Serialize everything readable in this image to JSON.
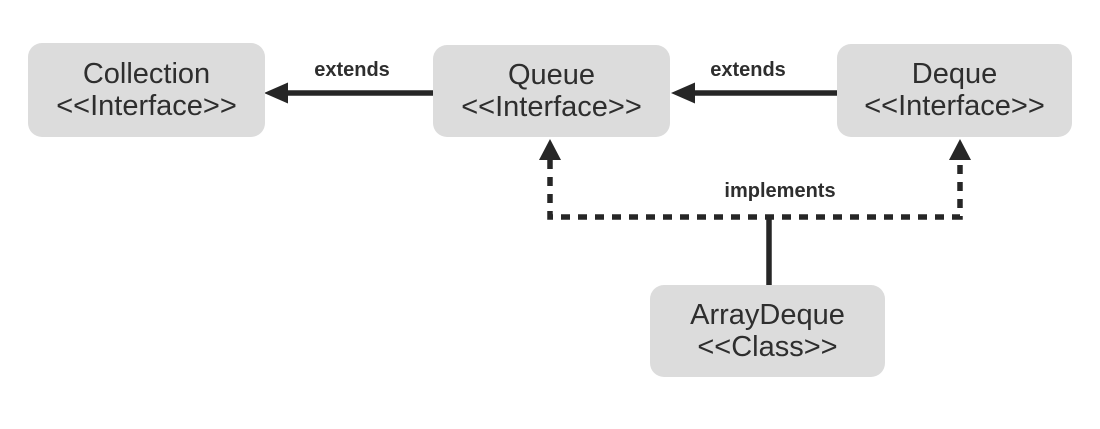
{
  "diagram": {
    "type": "uml-class-diagram",
    "nodes": [
      {
        "name": "Collection",
        "stereotype": "<<Interface>>"
      },
      {
        "name": "Queue",
        "stereotype": "<<Interface>>"
      },
      {
        "name": "Deque",
        "stereotype": "<<Interface>>"
      },
      {
        "name": "ArrayDeque",
        "stereotype": "<<Class>>"
      }
    ],
    "edges": [
      {
        "from": "Queue",
        "to": "Collection",
        "label": "extends",
        "line": "solid"
      },
      {
        "from": "Deque",
        "to": "Queue",
        "label": "extends",
        "line": "solid"
      },
      {
        "from": "ArrayDeque",
        "to": "Queue, Deque",
        "label": "implements",
        "line": "dashed"
      }
    ],
    "colors": {
      "node_fill": "#dcdcdc",
      "text": "#2e2e2e",
      "line": "#262626",
      "background": "#ffffff"
    }
  }
}
